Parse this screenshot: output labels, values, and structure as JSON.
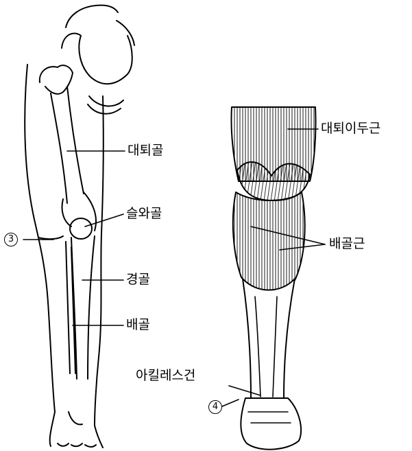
{
  "front_leg": {
    "labels": {
      "femur": "대퇴골",
      "patella": "슬와골",
      "tibia": "경골",
      "fibula": "배골"
    },
    "marker": "3"
  },
  "back_leg": {
    "labels": {
      "hamstring": "대퇴이두근",
      "gastrocnemius": "배골근",
      "achilles": "아킬레스건"
    },
    "marker": "4"
  },
  "colors": {
    "line": "#000000",
    "background": "#ffffff"
  }
}
